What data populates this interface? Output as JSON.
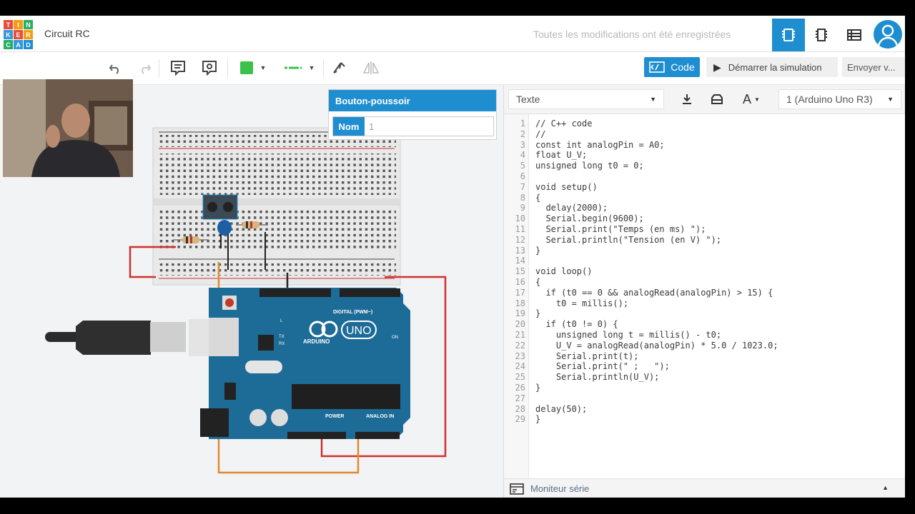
{
  "header": {
    "logo_letters": [
      "T",
      "I",
      "N",
      "K",
      "E",
      "R",
      "C",
      "A",
      "D"
    ],
    "logo_colors": [
      "#e74c3c",
      "#f39c12",
      "#27ae60",
      "#3498db",
      "#e74c3c",
      "#f39c12",
      "#27ae60",
      "#3498db",
      "#1e8ed0"
    ],
    "title": "Circuit RC",
    "save_status": "Toutes les modifications ont été enregistrées",
    "view_buttons": [
      "circuit-view-icon",
      "schematic-view-icon",
      "component-list-icon"
    ]
  },
  "toolbar": {
    "code_button": "Code",
    "simulate_button": "Démarrer la simulation",
    "send_button": "Envoyer v...",
    "fill_color": "#3ac14a",
    "wire_color": "#3ac14a"
  },
  "properties": {
    "title": "Bouton-poussoir",
    "name_label": "Nom",
    "name_value": "1"
  },
  "code_panel": {
    "mode_select": "Texte",
    "board_select": "1 (Arduino Uno R3)",
    "serial_monitor": "Moniteur série",
    "lines": [
      "// C++ code",
      "//",
      "const int analogPin = A0;",
      "float U_V;",
      "unsigned long t0 = 0;",
      "",
      "void setup()",
      "{",
      "  delay(2000);",
      "  Serial.begin(9600);",
      "  Serial.print(\"Temps (en ms) \");",
      "  Serial.println(\"Tension (en V) \");",
      "}",
      "",
      "void loop()",
      "{",
      "  if (t0 == 0 && analogRead(analogPin) > 15) {",
      "    t0 = millis();",
      "}",
      "  if (t0 != 0) {",
      "    unsigned long t = millis() - t0;",
      "    U_V = analogRead(analogPin) * 5.0 / 1023.0;",
      "    Serial.print(t);",
      "    Serial.print(\" ;   \");",
      "    Serial.println(U_V);",
      "}",
      "",
      "delay(50);",
      "}"
    ]
  },
  "board": {
    "brand": "ARDUINO",
    "model": "UNO",
    "digital_label": "DIGITAL (PWM~)",
    "power_label": "POWER",
    "analog_label": "ANALOG IN",
    "on_label": "ON",
    "tx_label": "TX",
    "rx_label": "RX",
    "l_label": "L"
  }
}
